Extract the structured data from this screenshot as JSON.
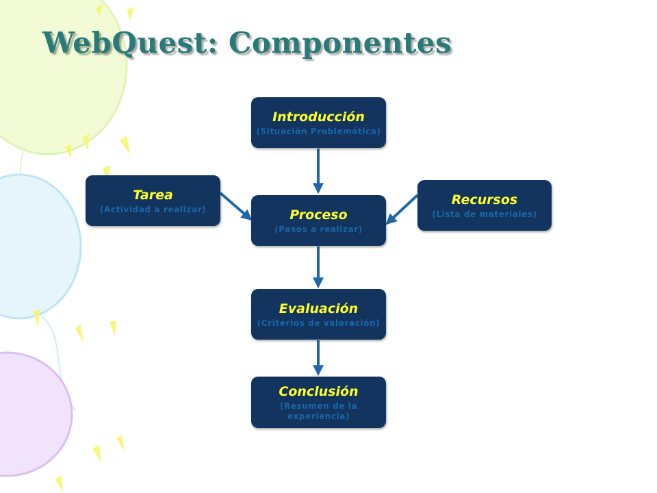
{
  "slide": {
    "title": "WebQuest: Componentes"
  },
  "nodes": {
    "introduccion": {
      "name": "Introducción",
      "desc": "(Situación Problemática)"
    },
    "tarea": {
      "name": "Tarea",
      "desc": "(Actividad a realizar)"
    },
    "proceso": {
      "name": "Proceso",
      "desc": "(Pasos a realizar)"
    },
    "recursos": {
      "name": "Recursos",
      "desc": "(Lista de materiales)"
    },
    "evaluacion": {
      "name": "Evaluación",
      "desc": "(Criterios de valoración)"
    },
    "conclusion": {
      "name": "Conclusión",
      "desc_line1": "(Resumen de la",
      "desc_line2": "experiencia)"
    }
  },
  "colors": {
    "title": "#2a7a78",
    "box": "#12345e",
    "box_name": "#ffff2a",
    "box_desc": "#1a65a8",
    "arrow": "#1f68a8"
  }
}
